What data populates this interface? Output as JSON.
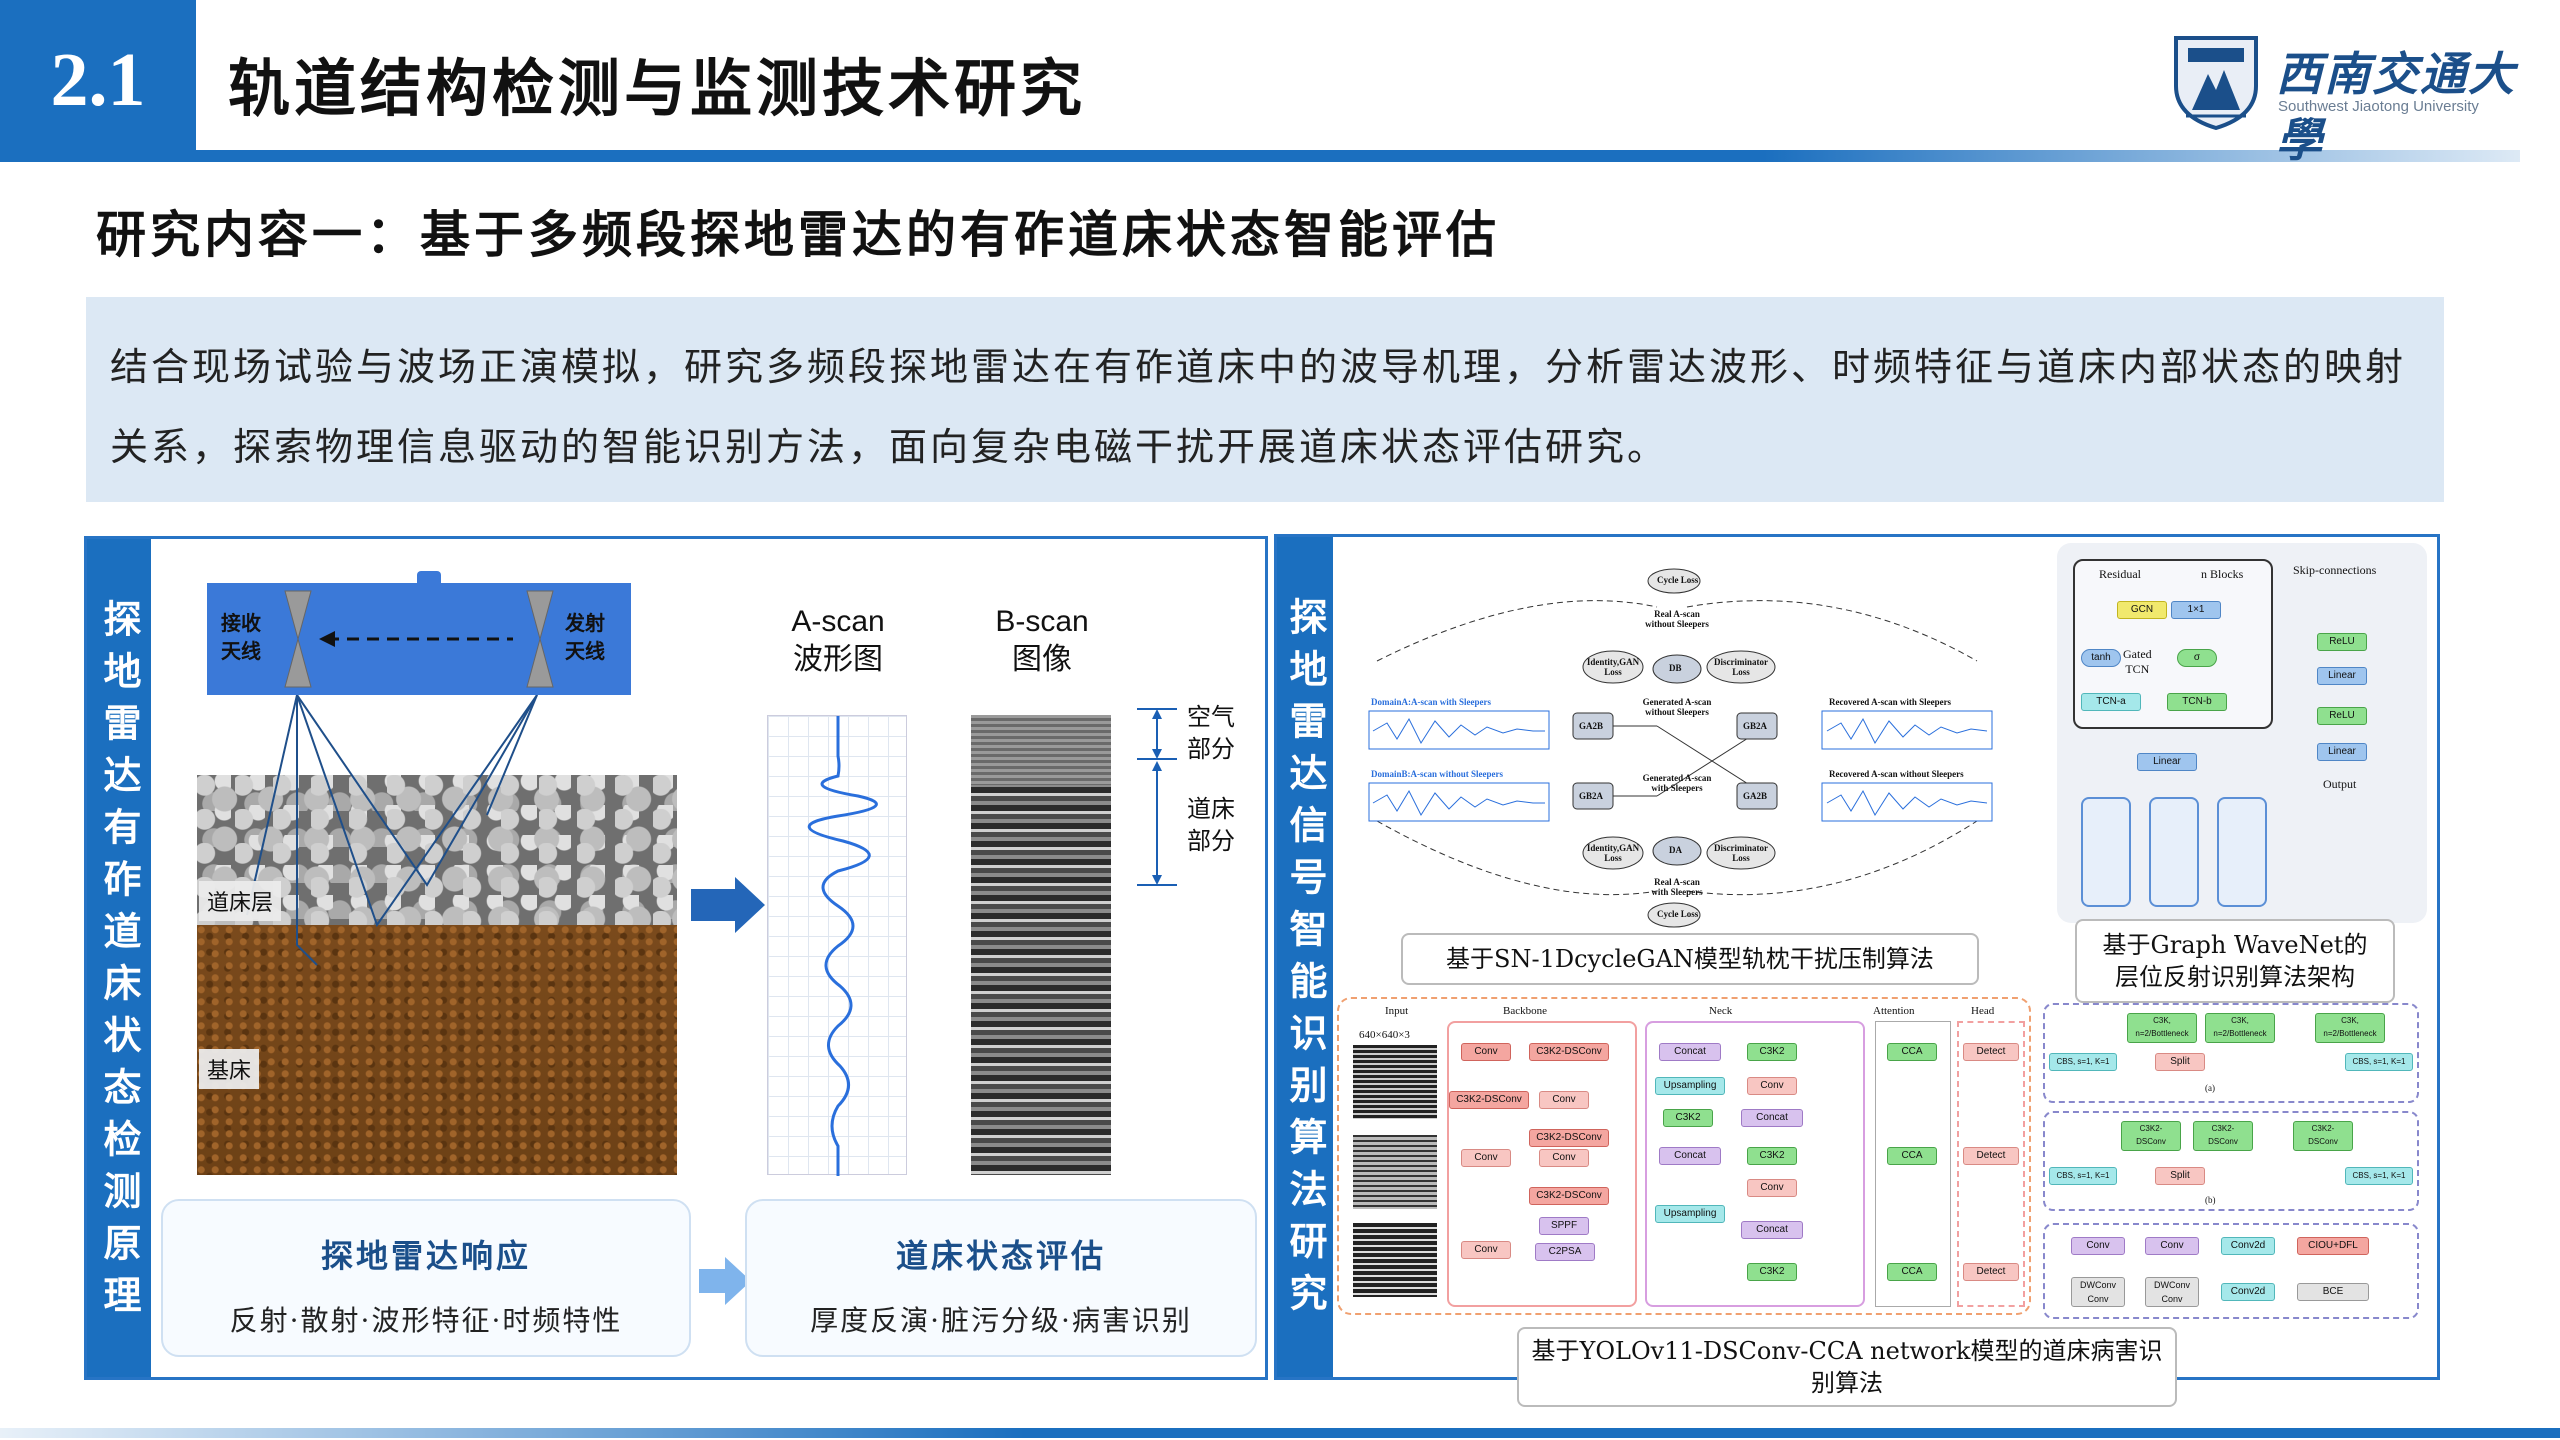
{
  "header": {
    "section_number": "2.1",
    "title": "轨道结构检测与监测技术研究",
    "logo_cn": "西南交通大學",
    "logo_en": "Southwest Jiaotong University"
  },
  "subtitle": "研究内容一：基于多频段探地雷达的有砟道床状态智能评估",
  "intro": "结合现场试验与波场正演模拟，研究多频段探地雷达在有砟道床中的波导机理，分析雷达波形、时频特征与道床内部状态的映射关系，探索物理信息驱动的智能识别方法，面向复杂电磁干扰开展道床状态评估研究。",
  "left_panel": {
    "side_title": "探地雷达有砟道床状态检测原理",
    "receive_antenna": "接收\n天线",
    "transmit_antenna": "发射\n天线",
    "ballast_label": "道床层",
    "subgrade_label": "基床",
    "ascan_en": "A-scan",
    "ascan_cn": "波形图",
    "bscan_en": "B-scan",
    "bscan_cn": "图像",
    "air_part": "空气\n部分",
    "bed_part": "道床\n部分",
    "card1_title": "探地雷达响应",
    "card1_sub": "反射·散射·波形特征·时频特性",
    "card2_title": "道床状态评估",
    "card2_sub": "厚度反演·脏污分级·病害识别"
  },
  "right_panel": {
    "side_title": "探地雷达信号智能识别算法研究",
    "caption_gan": "基于SN-1DcycleGAN模型轨枕干扰压制算法",
    "caption_wavenet": "基于Graph WaveNet的\n层位反射识别算法架构",
    "caption_yolo": "基于YOLOv11-DSConv-CCA network模型的道床病害识别算法",
    "gan": {
      "cycle_loss": "Cycle Loss",
      "real_wo": "Real A-scan\nwithout Sleepers",
      "identity_loss": "Identity,GAN\nLoss",
      "db": "DB",
      "da": "DA",
      "disc_loss": "Discriminator\nLoss",
      "domain_a": "DomainA:A-scan with Sleepers",
      "domain_b": "DomainB:A-scan without Sleepers",
      "gen_wo": "Generated A-scan\nwithout Sleepers",
      "gen_with": "Generated A-scan\nwith Sleepers",
      "gab": "GA2B",
      "gba": "GB2A",
      "rec_with": "Recovered A-scan with Sleepers",
      "rec_wo": "Recovered A-scan without Sleepers",
      "real_with": "Real A-scan\nwith Sleepers"
    },
    "wavenet": {
      "residual": "Residual",
      "n_blocks": "n Blocks",
      "skip": "Skip-connections",
      "gcn": "GCN",
      "conv1x1": "1×1",
      "gated_tcn": "Gated\nTCN",
      "tanh": "tanh",
      "sigma": "σ",
      "tcn_a": "TCN-a",
      "tcn_b": "TCN-b",
      "linear": "Linear",
      "relu": "ReLU",
      "output": "Output"
    },
    "yolo": {
      "input": "Input",
      "backbone": "Backbone",
      "neck": "Neck",
      "attention": "Attention",
      "head": "Head",
      "size": "640×640×3",
      "conv": "Conv",
      "c3k2dsconv": "C3K2-DSConv",
      "sppf": "SPPF",
      "c2psa": "C2PSA",
      "concat": "Concat",
      "c3k2": "C3K2",
      "upsampling": "Upsampling",
      "cca": "CCA",
      "detect": "Detect",
      "c3k_bottleneck": "C3K,\nn=2/Bottleneck",
      "cbs": "CBS, s=1, K=1",
      "split": "Split",
      "c3k2_dsconv": "C3K2-\nDSConv",
      "label_a": "(a)",
      "label_b": "(b)",
      "conv2d": "Conv2d",
      "dwconv": "DWConv\nConv",
      "ciou": "CIOU+DFL",
      "bce": "BCE"
    }
  }
}
